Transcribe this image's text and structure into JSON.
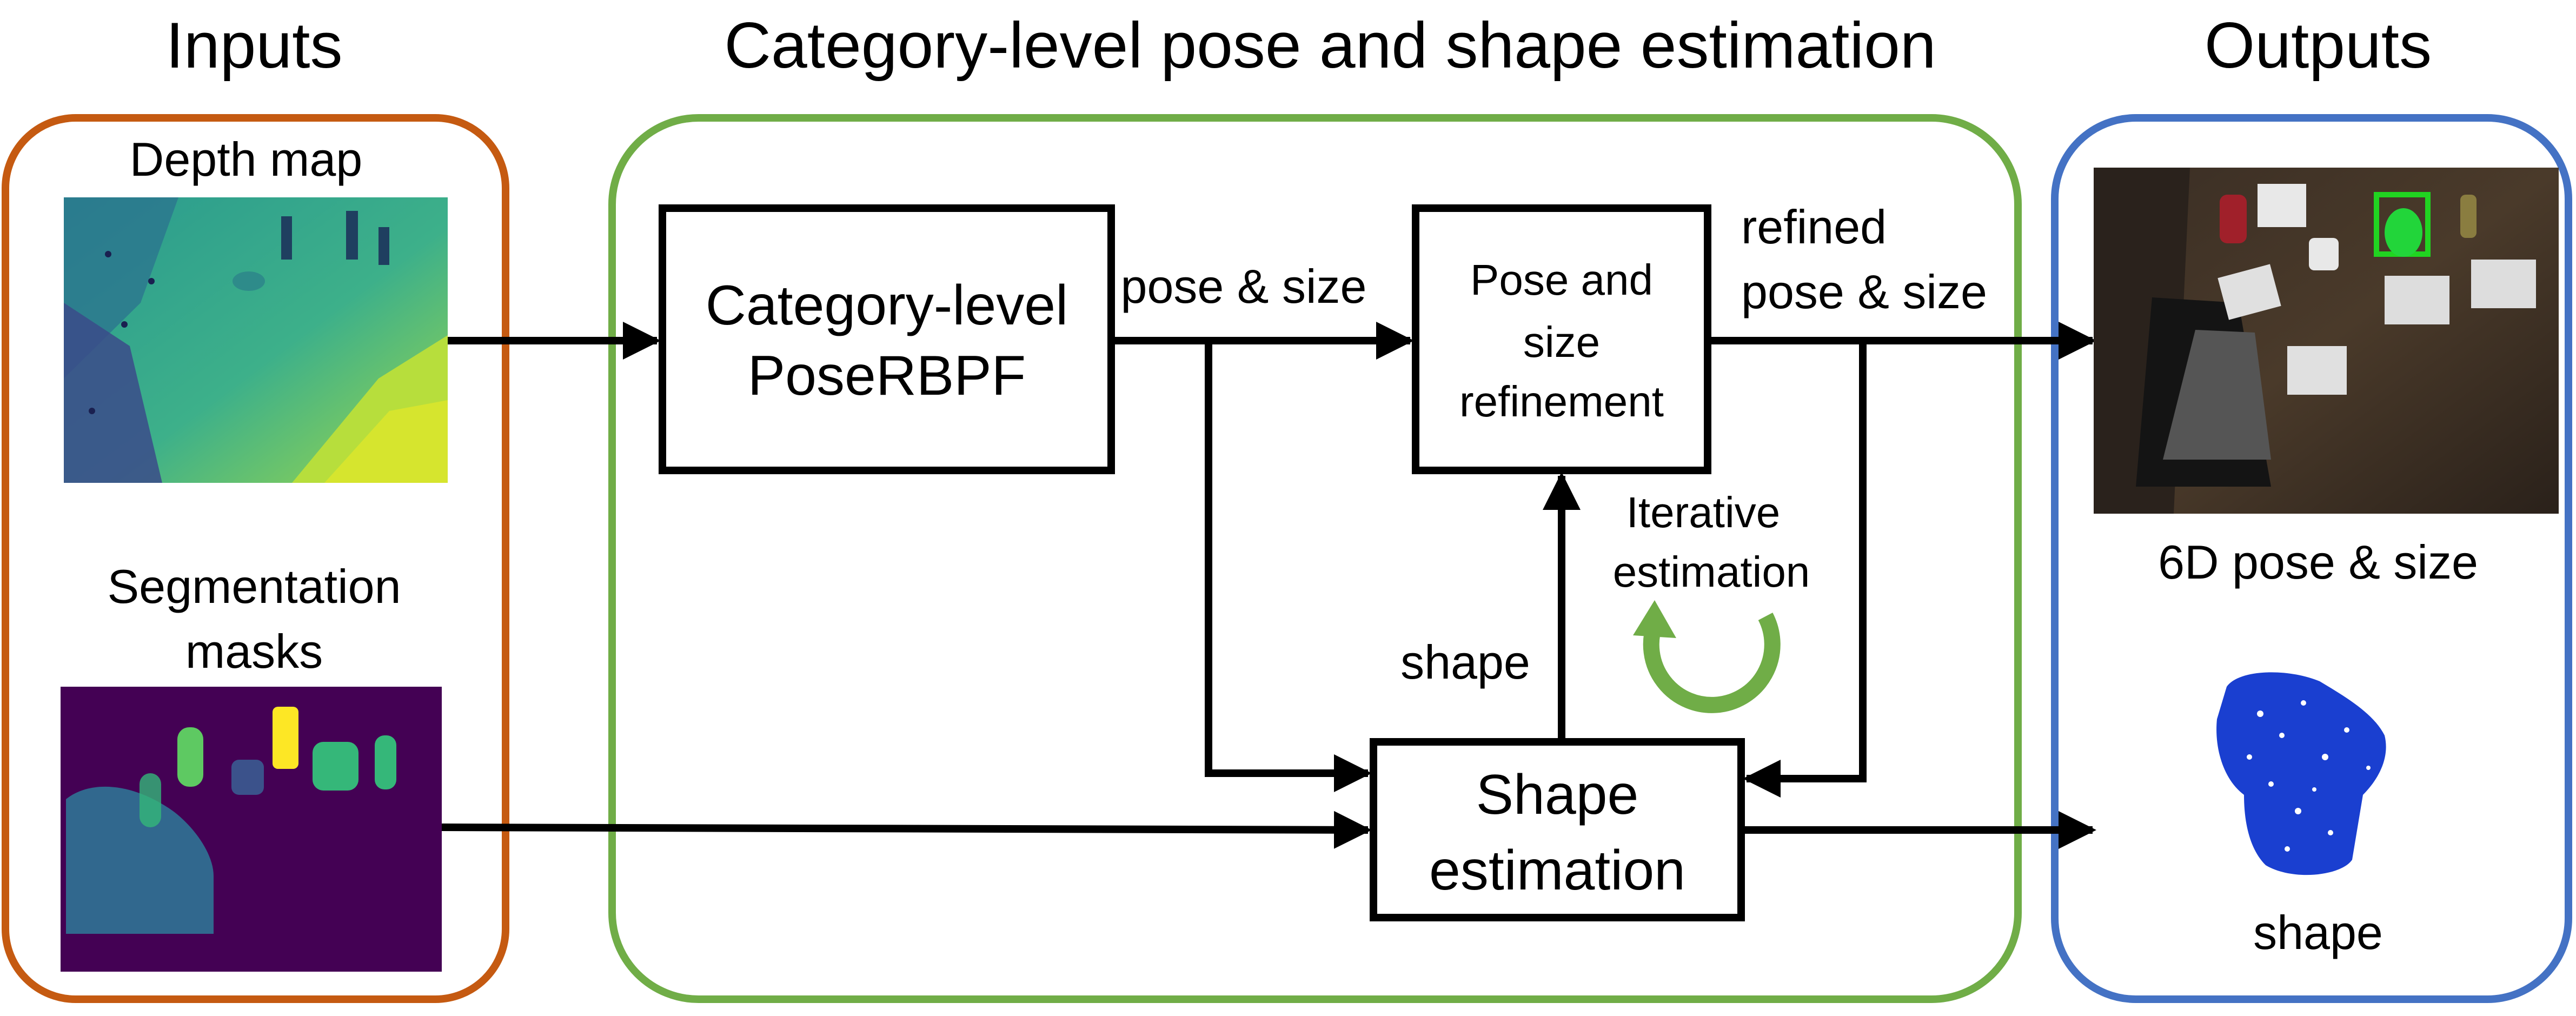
{
  "titles": {
    "inputs": "Inputs",
    "middle": "Category-level pose and shape estimation",
    "outputs": "Outputs"
  },
  "inputs": {
    "depth_label": "Depth map",
    "seg_label_line1": "Segmentation",
    "seg_label_line2": "masks"
  },
  "blocks": {
    "posrbpf_line1": "Category-level",
    "posrbpf_line2": "PoseRBPF",
    "refine_line1": "Pose and",
    "refine_line2": "size",
    "refine_line3": "refinement",
    "shape_line1": "Shape",
    "shape_line2": "estimation"
  },
  "edges": {
    "pose_size": "pose & size",
    "refined_line1": "refined",
    "refined_line2": "pose & size",
    "shape": "shape",
    "iterative_line1": "Iterative",
    "iterative_line2": "estimation"
  },
  "outputs": {
    "pose_label": "6D pose & size",
    "shape_label": "shape"
  },
  "colors": {
    "inputs_frame": "#C55A11",
    "middle_frame": "#70AD47",
    "outputs_frame": "#4472C4",
    "arrow": "#000000",
    "cycle": "#70AD47",
    "pointcloud": "#1A3FD0"
  }
}
